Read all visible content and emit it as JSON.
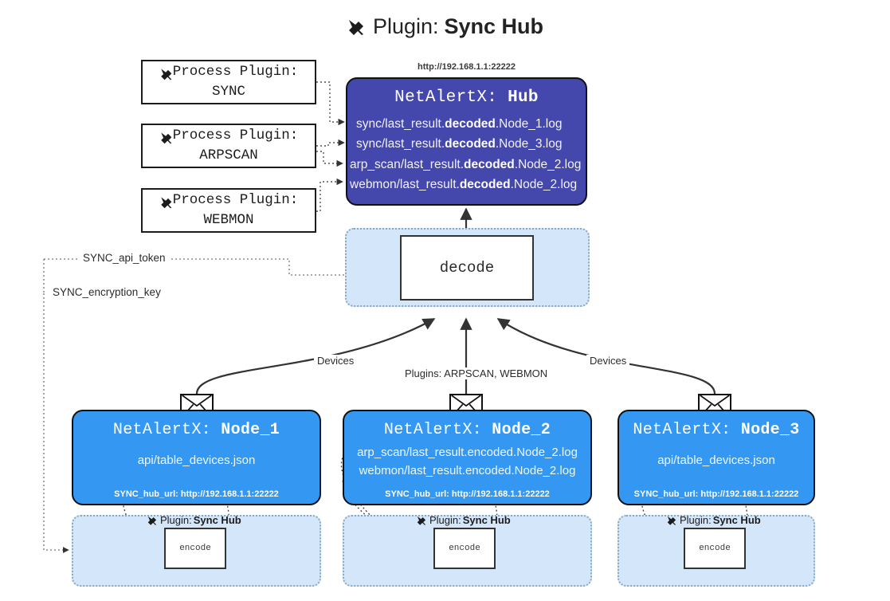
{
  "title": {
    "prefix": "Plugin:",
    "name": "Sync Hub",
    "icon": "plug-icon"
  },
  "process_plugins": [
    {
      "label": "Process Plugin:",
      "name": "SYNC"
    },
    {
      "label": "Process Plugin:",
      "name": "ARPSCAN"
    },
    {
      "label": "Process Plugin:",
      "name": "WEBMON"
    }
  ],
  "hub": {
    "url": "http://192.168.1.1:22222",
    "app": "NetAlertX:",
    "name": "Hub",
    "logs": [
      {
        "pre": "sync/last_result.",
        "mid": "decoded",
        "post": ".Node_1.log"
      },
      {
        "pre": "sync/last_result.",
        "mid": "decoded",
        "post": ".Node_3.log"
      },
      {
        "pre": "arp_scan/last_result.",
        "mid": "decoded",
        "post": ".Node_2.log"
      },
      {
        "pre": "webmon/last_result.",
        "mid": "decoded",
        "post": ".Node_2.log"
      }
    ]
  },
  "decode": {
    "label": "decode"
  },
  "keys": [
    {
      "label": "SYNC_api_token"
    },
    {
      "label": "SYNC_encryption_key"
    }
  ],
  "edge_labels": {
    "devices_left": "Devices",
    "plugins_mid": "Plugins: ARPSCAN, WEBMON",
    "devices_right": "Devices"
  },
  "nodes": [
    {
      "app": "NetAlertX:",
      "name": "Node_1",
      "lines": [
        "api/table_devices.json"
      ],
      "hub_url": "SYNC_hub_url: http://192.168.1.1:22222"
    },
    {
      "app": "NetAlertX:",
      "name": "Node_2",
      "lines": [
        "arp_scan/last_result.encoded.Node_2.log",
        "webmon/last_result.encoded.Node_2.log"
      ],
      "hub_url": "SYNC_hub_url: http://192.168.1.1:22222"
    },
    {
      "app": "NetAlertX:",
      "name": "Node_3",
      "lines": [
        "api/table_devices.json"
      ],
      "hub_url": "SYNC_hub_url: http://192.168.1.1:22222"
    }
  ],
  "encoders": [
    {
      "plugin_prefix": "Plugin:",
      "plugin_name": "Sync Hub",
      "label": "encode"
    },
    {
      "plugin_prefix": "Plugin:",
      "plugin_name": "Sync Hub",
      "label": "encode"
    },
    {
      "plugin_prefix": "Plugin:",
      "plugin_name": "Sync Hub",
      "label": "encode"
    }
  ],
  "colors": {
    "hub_fill": "#4447ac",
    "node_fill": "#3498f3",
    "container_fill": "#d3e6fa",
    "stroke": "#111111"
  }
}
